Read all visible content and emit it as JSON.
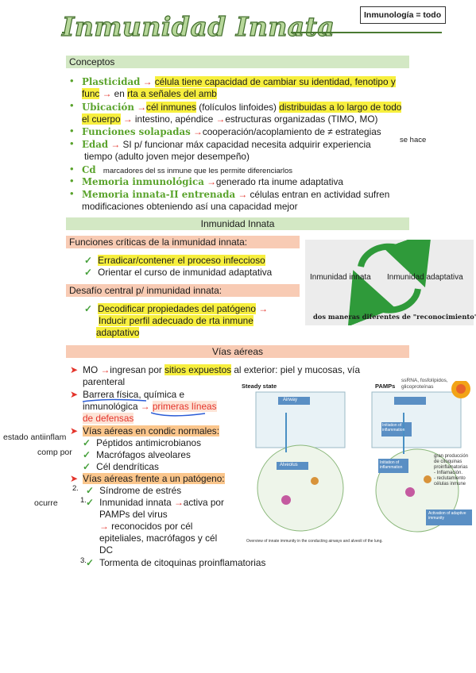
{
  "header": {
    "title": "Inmunidad Innata",
    "tag": "Inmunología = todo"
  },
  "conceptos": {
    "heading": "Conceptos",
    "plasticidad": {
      "term": "Plasticidad",
      "arrow": "→",
      "def1": "célula tiene capacidad de cambiar su identidad, fenotipo y",
      "def2a": "func",
      "def2b": "en",
      "def2c": "rta a señales del amb"
    },
    "ubicacion": {
      "term": "Ubicación",
      "arrow": "→",
      "hl1": "cél inmunes",
      "t1": " (folículos linfoides) ",
      "hl2": "distribuidas a lo largo de todo",
      "hl3": "el cuerpo",
      "t2": " intestino, apéndice ",
      "t3": "estructuras organizadas (TIMO, MO)"
    },
    "funciones": {
      "term": "Funciones solapadas",
      "arrow": "→",
      "def": "cooperación/acoplamiento de ≠ estrategias"
    },
    "edad": {
      "term": "Edad",
      "arrow": "→",
      "def1": "SI p/ funcionar máx capacidad necesita adquirir experiencia",
      "note": "se hace",
      "def2": "tiempo (adulto joven mejor desempeño)"
    },
    "cd": {
      "term": "Cd",
      "def": "marcadores del ss inmune que les permite diferenciarlos"
    },
    "memoria": {
      "term": "Memoria inmunológica",
      "arrow": "→",
      "def": "generado rta inume adaptativa"
    },
    "memoria_innata": {
      "term": "Memoria innata-II entrenada",
      "arrow": "→",
      "def1": "células entran en actividad sufren",
      "def2": "modificaciones obteniendo así una capacidad mejor"
    }
  },
  "inmunidad": {
    "heading": "Inmunidad Innata",
    "funciones_heading": "Funciones críticas de la inmunidad innata:",
    "funciones_items": [
      "Erradicar/contener el proceso infeccioso",
      "Orientar el curso de inmunidad adaptativa"
    ],
    "desafio_heading": "Desafío central p/ inmunidad innata:",
    "desafio_1": "Decodificar propiedades del patógeno",
    "desafio_arrow": "→",
    "desafio_2": "Inducir perfil adecuado de rta inmune",
    "desafio_3": "adaptativo"
  },
  "cycle": {
    "left": "Inmunidad innata",
    "right": "Inmunidad adaptativa",
    "caption": "dos maneras diferentes de \"reconocimiento\""
  },
  "vias": {
    "heading": "Vías aéreas",
    "mo_a": "MO",
    "mo_b": "ingresan por",
    "mo_hl": "sitios expuestos",
    "mo_c": " al exterior: piel y mucosas, vía",
    "mo_d": "parenteral",
    "barrera_1": "Barrera física, química e",
    "barrera_2": "inmunológica",
    "barrera_red1": "primeras líneas",
    "barrera_red2": "de defensas",
    "normales_heading": "Vías aéreas en condic normales:",
    "normales_items": [
      "Péptidos antimicrobianos",
      "Macrófagos alveolares",
      "Cél dendríticas"
    ],
    "patogeno_heading": "Vías aéreas frente a un patógeno:",
    "p1": "Síndrome de estrés",
    "p2a": "Inmunidad innata",
    "p2b": "activa por",
    "p2c": "PAMPs del virus",
    "p2d": "reconocidos por cél",
    "p2e": "epiteliales, macrófagos y cél",
    "p2f": "DC",
    "p3": "Tormenta de citoquinas proinflamatorias",
    "num_1": "1.",
    "num_2": "2.",
    "num_3": "3."
  },
  "margin": {
    "estado": "estado antiinflam",
    "comp": "comp por",
    "ocurre": "ocurre"
  },
  "figure": {
    "steady": "Steady state",
    "pamps": "PAMPs",
    "pamps_note1": "ssRNA, fosfolípidos,",
    "pamps_note2": "glicoproteínas",
    "airway": "Airway",
    "alveolus": "Alveolus",
    "init": "Initiation of inflammation",
    "init2": "Initiation of inflammation",
    "activation": "Activation of adaptive immunity",
    "caption": "Overview of innate immunity in the conducting airways and alveoli of the lung.",
    "side1": "gran producción",
    "side2": "de citoquinas",
    "side3": "proinflamatorias",
    "side4": "- Inflamación.",
    "side5": "- reclutamiento",
    "side6": "células inmune"
  }
}
